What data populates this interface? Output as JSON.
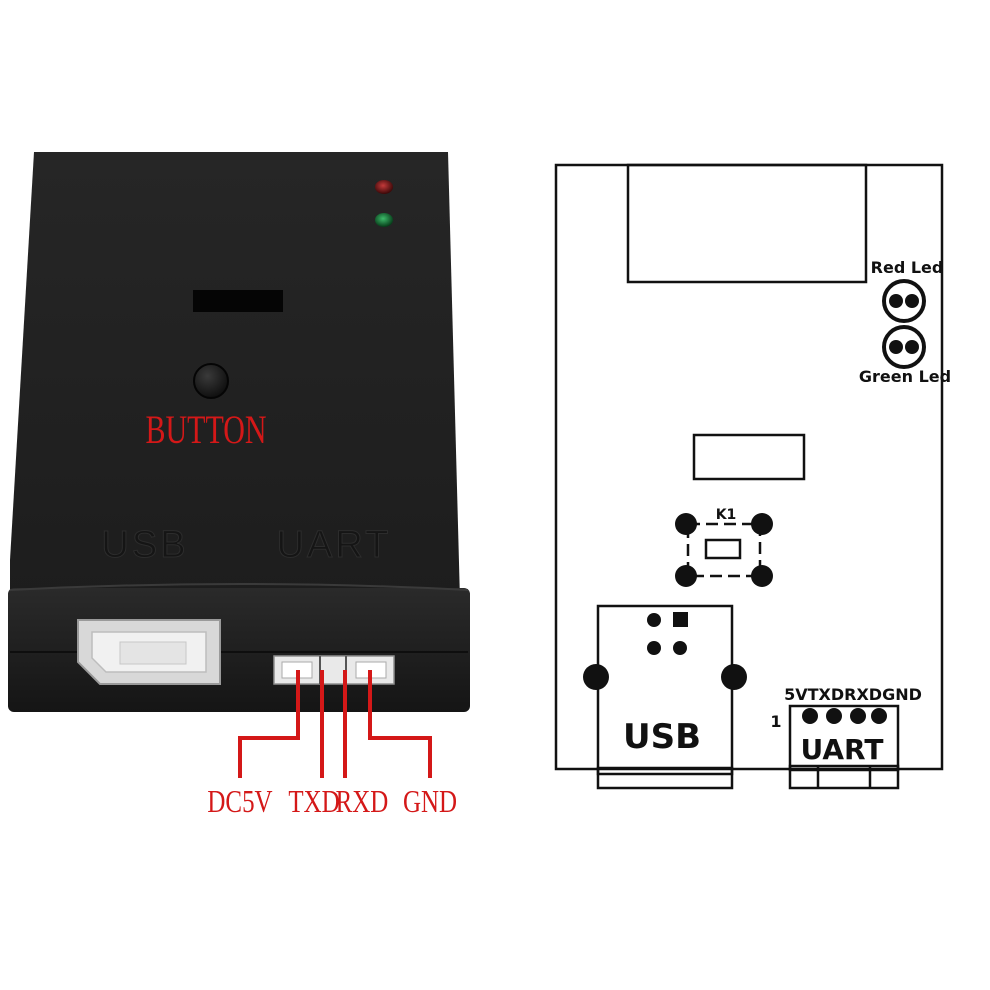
{
  "photo": {
    "button_label": "BUTTON",
    "usb_label": "USB",
    "uart_label": "UART",
    "pins": [
      "DC5V",
      "TXD",
      "RXD",
      "GND"
    ],
    "label_color": "#d41818",
    "body_color": "#1c1c1c"
  },
  "schematic": {
    "red_led_label": "Red Led",
    "green_led_label": "Green Led",
    "switch_label": "K1",
    "usb_label": "USB",
    "uart_label": "UART",
    "pin_one_label": "1",
    "pins_label": "5VTXDRXDGND"
  }
}
